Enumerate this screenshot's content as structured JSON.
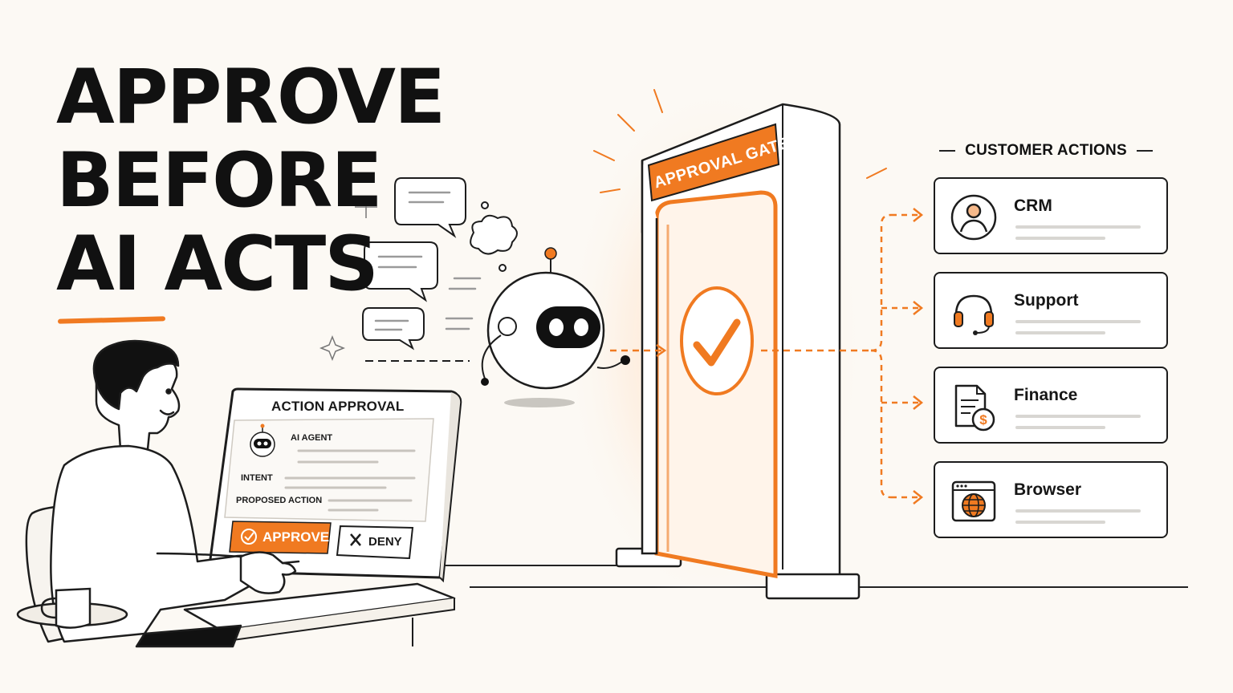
{
  "headline": {
    "line1": "APPROVE",
    "line2": "BEFORE",
    "line3": "AI ACTS"
  },
  "gate": {
    "sign": "APPROVAL GATE"
  },
  "panel": {
    "title": "CUSTOMER ACTIONS"
  },
  "actions": [
    {
      "label": "CRM",
      "icon": "user-circle-icon"
    },
    {
      "label": "Support",
      "icon": "headset-icon"
    },
    {
      "label": "Finance",
      "icon": "invoice-dollar-icon"
    },
    {
      "label": "Browser",
      "icon": "browser-globe-icon"
    }
  ],
  "monitor": {
    "title": "ACTION APPROVAL",
    "agent_label": "AI AGENT",
    "intent_label": "INTENT",
    "proposed_label": "PROPOSED ACTION",
    "approve_label": "APPROVE",
    "deny_label": "DENY"
  },
  "colors": {
    "accent": "#f07a21",
    "ink": "#1a1a1a",
    "paper": "#fcf9f4",
    "muted": "#d8d6d2"
  }
}
